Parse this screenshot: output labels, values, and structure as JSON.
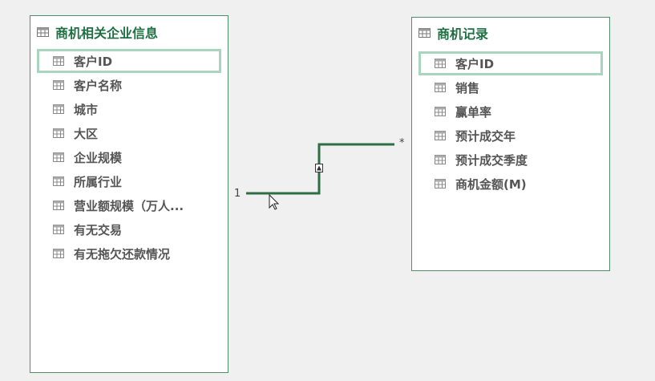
{
  "tables": [
    {
      "title": "商机相关企业信息",
      "fields": [
        {
          "label": "客户ID",
          "selected": true
        },
        {
          "label": "客户名称"
        },
        {
          "label": "城市"
        },
        {
          "label": "大区"
        },
        {
          "label": "企业规模"
        },
        {
          "label": "所属行业"
        },
        {
          "label": "营业额规模（万人..."
        },
        {
          "label": "有无交易"
        },
        {
          "label": "有无拖欠还款情况"
        }
      ]
    },
    {
      "title": "商机记录",
      "fields": [
        {
          "label": "客户ID",
          "selected": true
        },
        {
          "label": "销售"
        },
        {
          "label": "赢单率"
        },
        {
          "label": "预计成交年"
        },
        {
          "label": "预计成交季度"
        },
        {
          "label": "商机金额(M)"
        }
      ]
    }
  ],
  "relationship": {
    "from_cardinality": "1",
    "to_cardinality": "*",
    "from_table": "商机相关企业信息",
    "to_table": "商机记录",
    "line_color": "#2e6e45"
  },
  "icons": {
    "table_header": "table-icon",
    "field": "column-icon",
    "cursor": "mouse-pointer-icon",
    "direction": "filter-direction-icon"
  }
}
